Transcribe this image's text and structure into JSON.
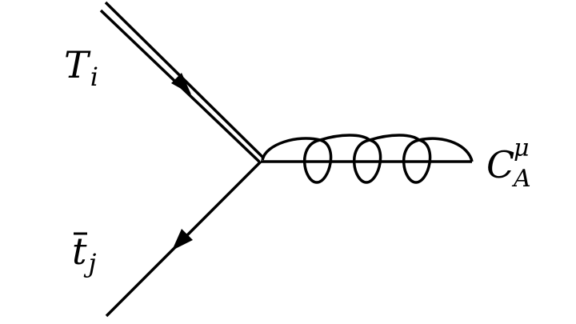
{
  "labels": {
    "heavy_quark": {
      "base": "T",
      "sub": "i"
    },
    "antiquark": {
      "base": "t",
      "sub": "j"
    },
    "gluon": {
      "base": "C",
      "sup": "μ",
      "sub": "A"
    }
  },
  "colors": {
    "stroke": "#000000",
    "background": "#ffffff"
  }
}
